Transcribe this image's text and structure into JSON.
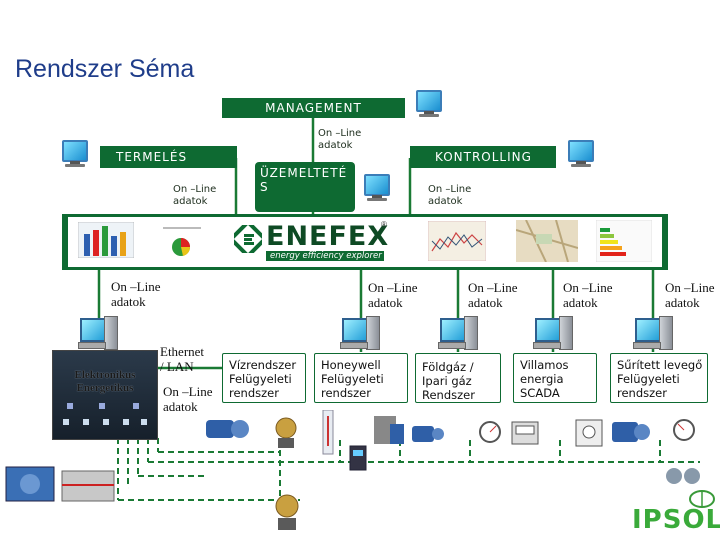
{
  "page": {
    "title": "Rendszer Séma"
  },
  "bars": {
    "management": "MANAGEMENT",
    "termeles": "TERMELÉS",
    "kontrolling": "KONTROLLING",
    "uzemeltetes": "ÜZEMELTETÉ\nS"
  },
  "online_labels": {
    "management": "On –Line\nadatok",
    "termeles": "On –Line\nadatok",
    "kontrolling": "On –Line\nadatok",
    "lower_1": "On –Line\nadatok",
    "lower_2": "On –Line\nadatok",
    "lower_3": "On –Line\nadatok",
    "lower_4": "On –Line\nadatok",
    "lower_5": "On –Line\nadatok",
    "ethernet_online": "On –Line\nadatok"
  },
  "ethernet": "Ethernet\n/ LAN",
  "electronics_screen": "Elektronikus\nEnergetikus",
  "logo": {
    "name": "ENEFEX",
    "registered": "®",
    "tagline": "energy efficiency explorer",
    "company": "IPSOL"
  },
  "systems": [
    {
      "name": "Vízrendszer\nFelügyeleti\nrendszer"
    },
    {
      "name": "Honeywell\nFelügyeleti\nrendszer"
    },
    {
      "name": "Földgáz /\nIpari gáz\nRendszer"
    },
    {
      "name": "Villamos\nenergia\nSCADA"
    },
    {
      "name": "Sűrített levegő\nFelügyeleti\nrendszer"
    }
  ],
  "colors": {
    "bar_green": "#0e6a32",
    "title_blue": "#1f3d8a",
    "connector_green": "#1a7a34"
  },
  "icons": [
    "monitor-icon",
    "pc-icon",
    "pump-icon",
    "meter-icon",
    "gauge-icon",
    "ipsol-logo-icon"
  ]
}
